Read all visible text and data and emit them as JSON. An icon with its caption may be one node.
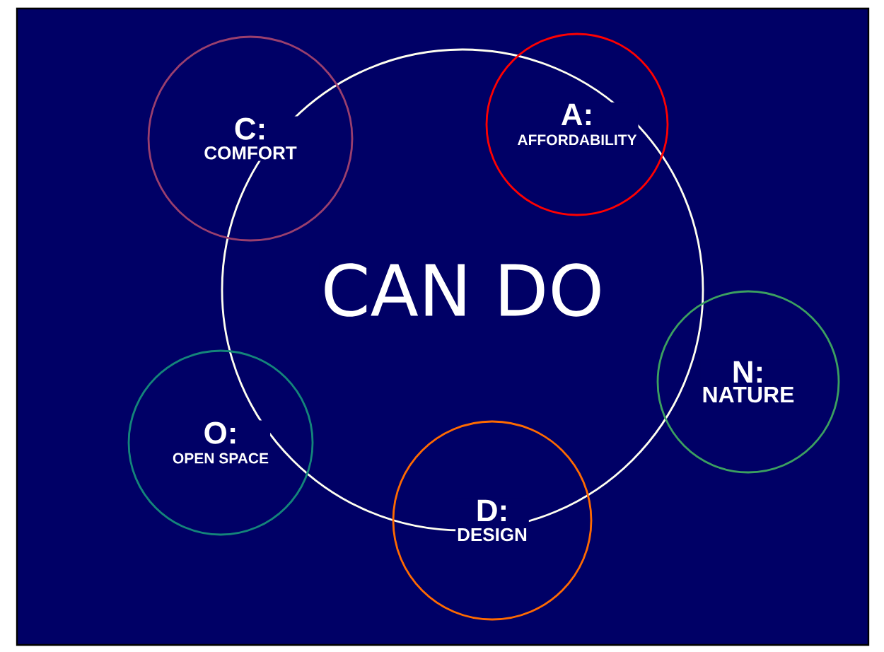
{
  "diagram": {
    "nodes": [
      {
        "text": [
          "C:",
          "COMFORT"
        ]
      },
      {
        "text": [
          "A:",
          "AFFORDABILITY"
        ]
      },
      {
        "text": [
          "CAN DO"
        ]
      },
      {
        "text": [
          "N:",
          "NATURE"
        ]
      },
      {
        "text": [
          "O:",
          "OPEN SPACE"
        ]
      },
      {
        "text": [
          "D:",
          "DESIGN"
        ]
      }
    ]
  }
}
